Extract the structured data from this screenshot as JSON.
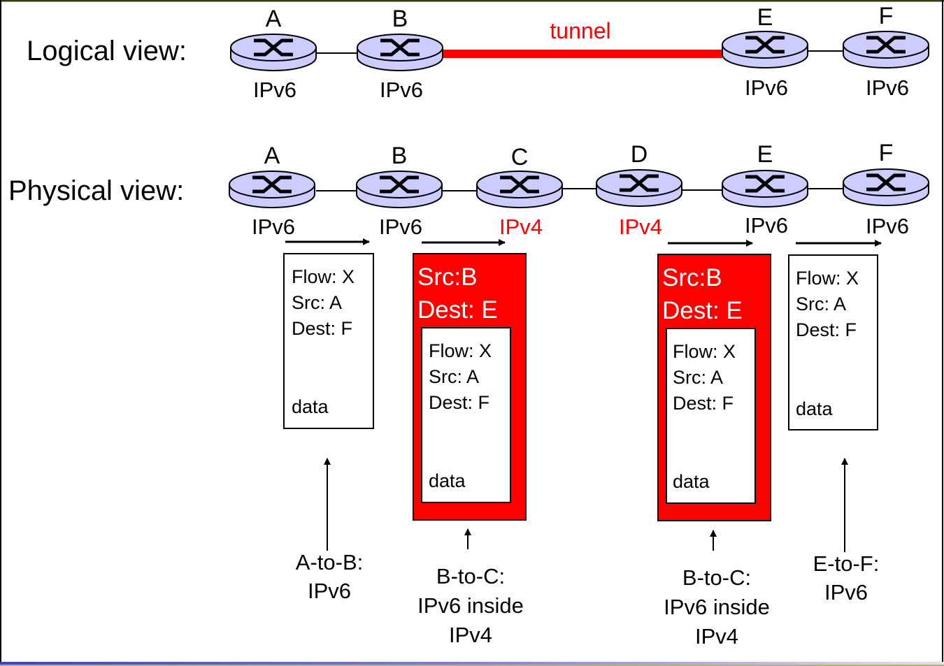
{
  "colors": {
    "router_fill": "#ccccff",
    "router_stroke": "#000000",
    "tunnel": "#ff0000",
    "ipv4_text": "#ff0000",
    "ipv6_text": "#000000",
    "outer_packet": "#ff0000",
    "outer_packet_text": "#ffffff",
    "frame_top": "#3a3a10",
    "frame_bottom_left": "#4444cc",
    "frame_bottom_right": "#bbbb33"
  },
  "logical_view": {
    "title": "Logical view:",
    "tunnel_label": "tunnel",
    "routers": [
      {
        "name": "A",
        "protocol": "IPv6"
      },
      {
        "name": "B",
        "protocol": "IPv6"
      },
      {
        "name": "E",
        "protocol": "IPv6"
      },
      {
        "name": "F",
        "protocol": "IPv6"
      }
    ]
  },
  "physical_view": {
    "title": "Physical view:",
    "routers": [
      {
        "name": "A",
        "protocol": "IPv6"
      },
      {
        "name": "B",
        "protocol": "IPv6"
      },
      {
        "name": "C",
        "protocol": "IPv4"
      },
      {
        "name": "D",
        "protocol": "IPv4"
      },
      {
        "name": "E",
        "protocol": "IPv6"
      },
      {
        "name": "F",
        "protocol": "IPv6"
      }
    ]
  },
  "packets": [
    {
      "kind": "ipv6",
      "lines": [
        "Flow: X",
        "Src: A",
        "Dest: F"
      ],
      "payload": "data",
      "caption": [
        "A-to-B:",
        "IPv6"
      ]
    },
    {
      "kind": "ipv6-in-ipv4",
      "outer_header": [
        "Src:B",
        "Dest: E"
      ],
      "lines": [
        "Flow: X",
        "Src: A",
        "Dest: F"
      ],
      "payload": "data",
      "caption": [
        "B-to-C:",
        "IPv6 inside",
        "IPv4"
      ]
    },
    {
      "kind": "ipv6-in-ipv4",
      "outer_header": [
        "Src:B",
        "Dest: E"
      ],
      "lines": [
        "Flow: X",
        "Src: A",
        "Dest: F"
      ],
      "payload": "data",
      "caption": [
        "B-to-C:",
        "IPv6 inside",
        "IPv4"
      ]
    },
    {
      "kind": "ipv6",
      "lines": [
        "Flow: X",
        "Src: A",
        "Dest: F"
      ],
      "payload": "data",
      "caption": [
        "E-to-F:",
        "IPv6"
      ]
    }
  ]
}
